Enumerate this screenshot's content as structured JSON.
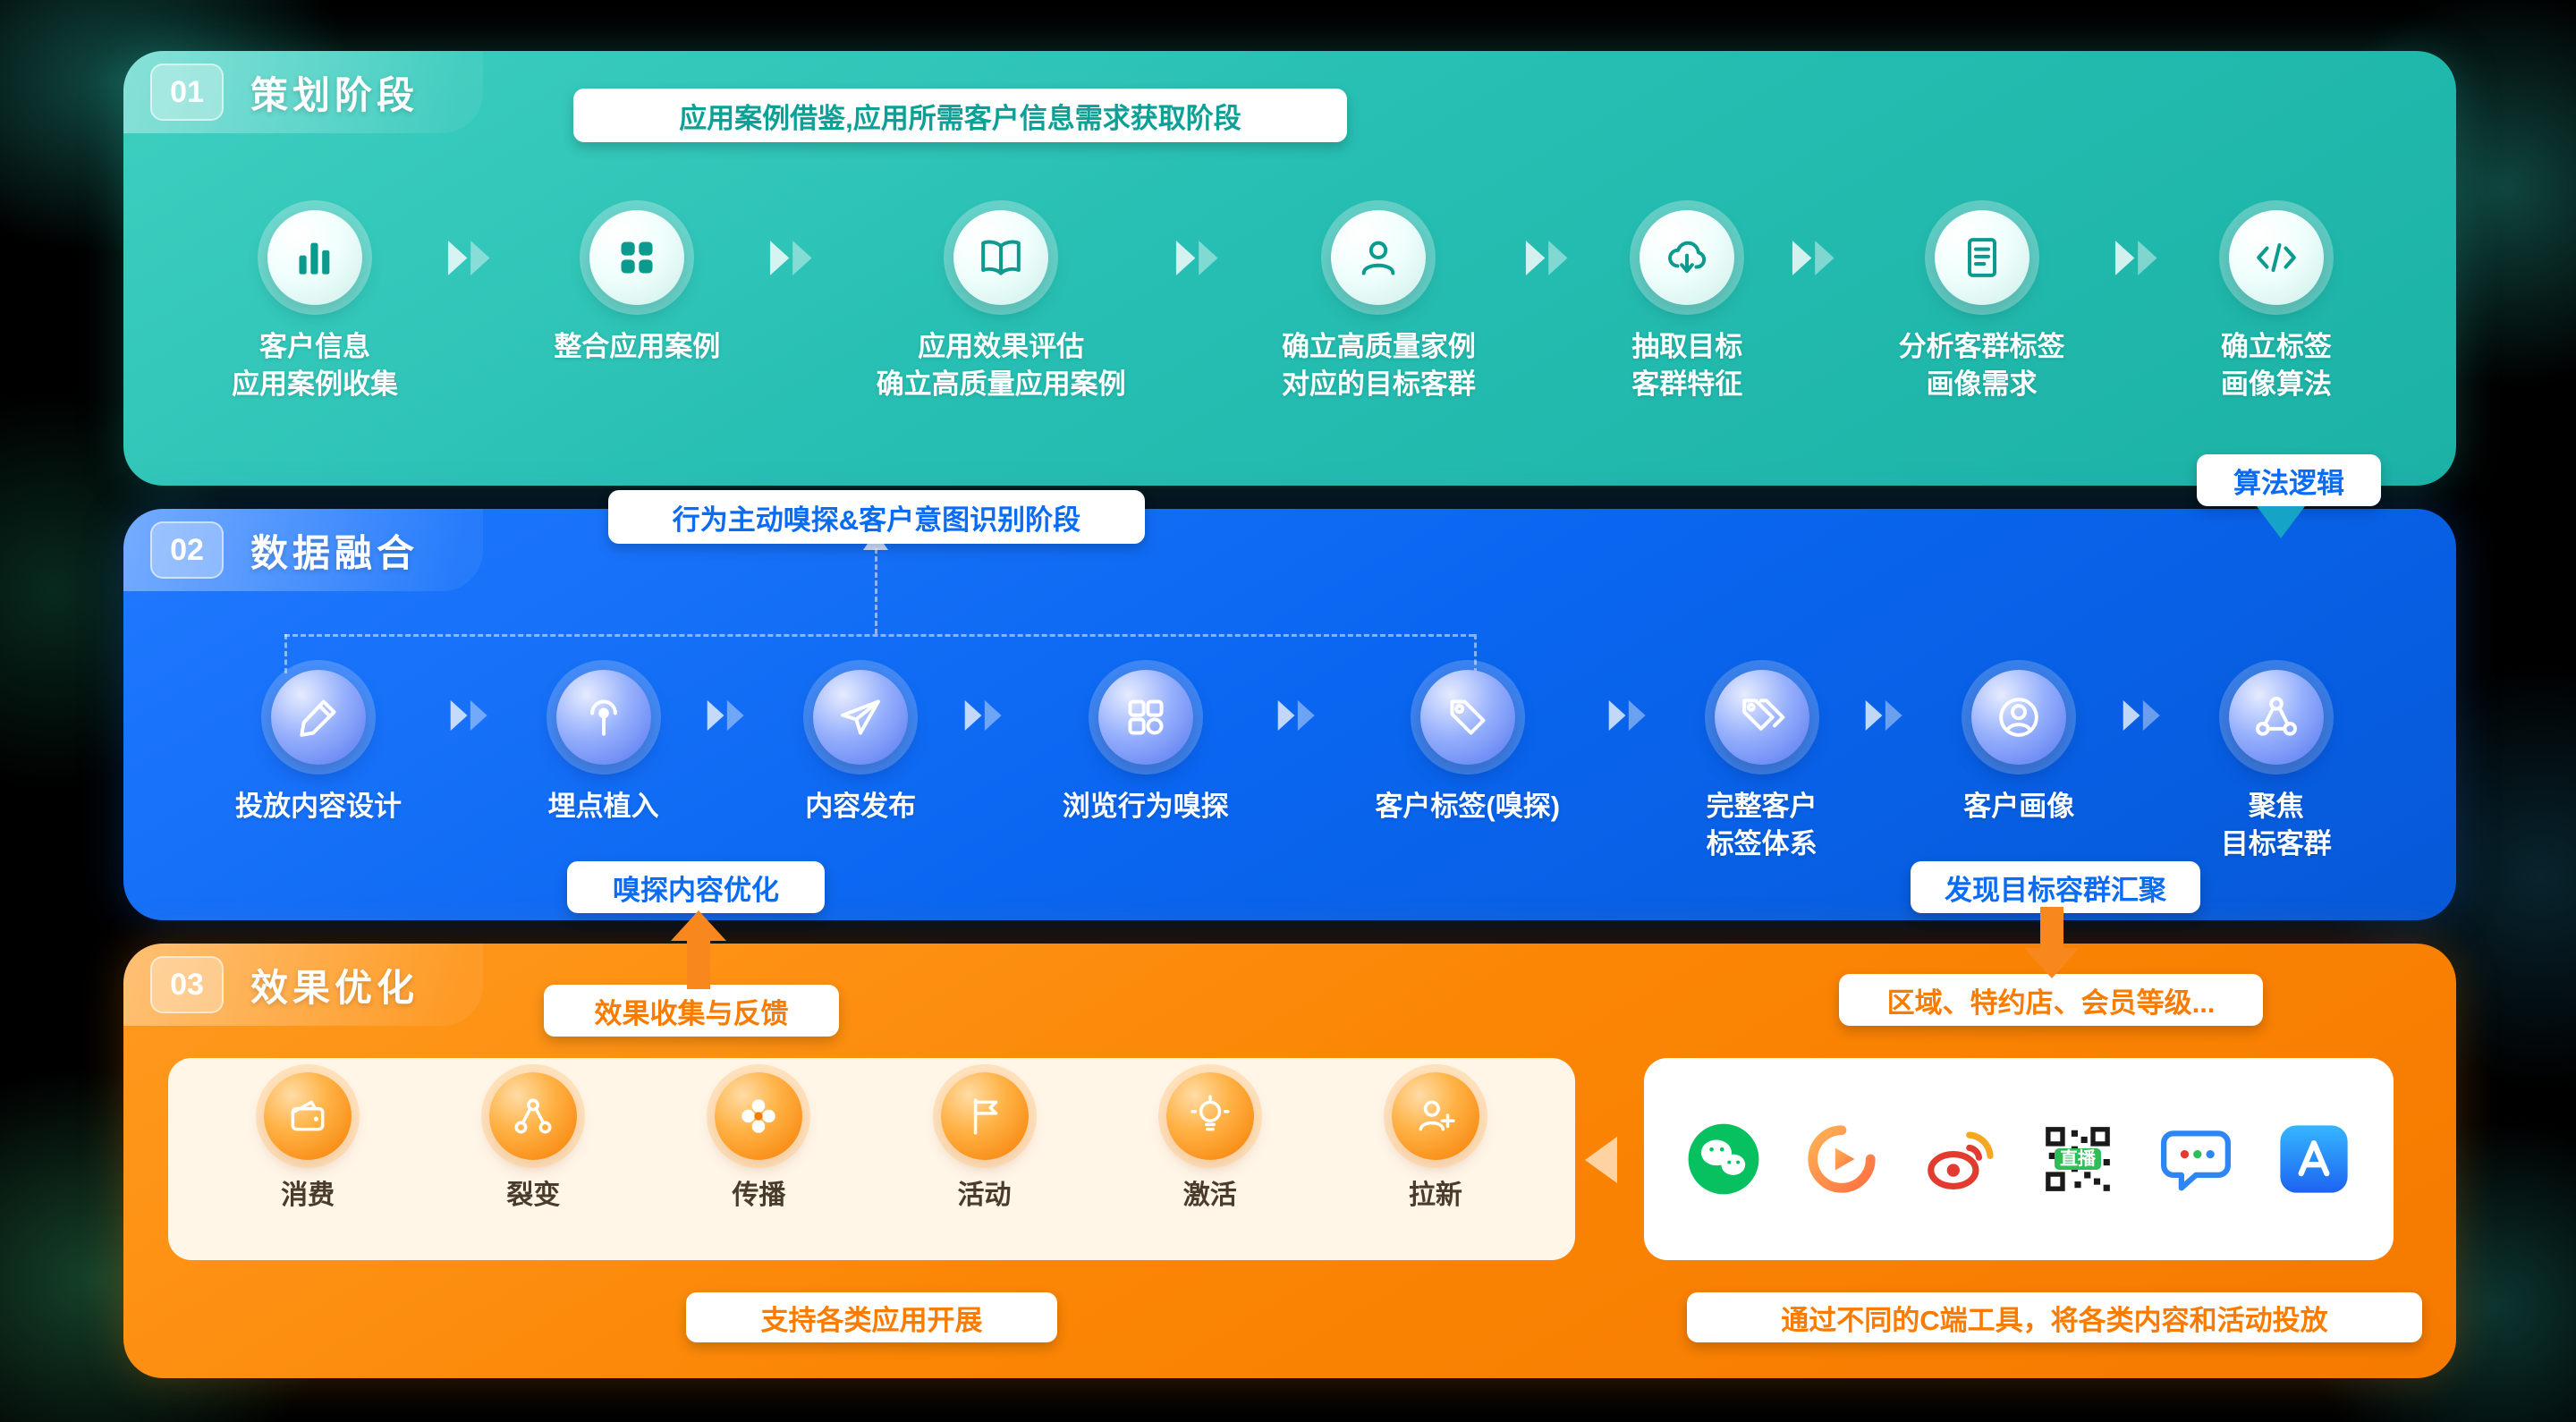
{
  "colors": {
    "teal": "#1fb3a8",
    "blue": "#0a6cf2",
    "orange": "#f97c00"
  },
  "phases": {
    "p1": {
      "number": "01",
      "title": "策划阶段",
      "banner": "应用案例借鉴,应用所需客户信息需求获取阶段",
      "steps": [
        {
          "label": "客户信息\n应用案例收集",
          "icon": "bar-chart-icon"
        },
        {
          "label": "整合应用案例",
          "icon": "apps-grid-icon"
        },
        {
          "label": "应用效果评估\n确立高质量应用案例",
          "icon": "open-book-icon"
        },
        {
          "label": "确立高质量家例\n对应的目标客群",
          "icon": "user-icon"
        },
        {
          "label": "抽取目标\n客群特征",
          "icon": "cloud-download-icon"
        },
        {
          "label": "分析客群标签\n画像需求",
          "icon": "doc-list-icon"
        },
        {
          "label": "确立标签\n画像算法",
          "icon": "code-icon"
        }
      ],
      "algo_badge": "算法逻辑"
    },
    "p2": {
      "number": "02",
      "title": "数据融合",
      "banner": "行为主动嗅探&客户意图识别阶段",
      "steps": [
        {
          "label": "投放内容设计",
          "icon": "pen-icon"
        },
        {
          "label": "埋点植入",
          "icon": "tap-icon"
        },
        {
          "label": "内容发布",
          "icon": "send-icon"
        },
        {
          "label": "浏览行为嗅探",
          "icon": "browse-grid-icon"
        },
        {
          "label": "客户标签(嗅探)",
          "icon": "tag-icon"
        },
        {
          "label": "完整客户\n标签体系",
          "icon": "tags-icon"
        },
        {
          "label": "客户画像",
          "icon": "user-circle-icon"
        },
        {
          "label": "聚焦\n目标客群",
          "icon": "network-icon"
        }
      ],
      "badge_optimize": "嗅探内容优化",
      "badge_converge": "发现目标容群汇聚"
    },
    "p3": {
      "number": "03",
      "title": "效果优化",
      "badge_feedback": "效果收集与反馈",
      "badge_segments": "区域、特约店、会员等级...",
      "apps": [
        {
          "label": "消费",
          "icon": "wallet-icon"
        },
        {
          "label": "裂变",
          "icon": "split-icon"
        },
        {
          "label": "传播",
          "icon": "fan-icon"
        },
        {
          "label": "活动",
          "icon": "flag-icon"
        },
        {
          "label": "激活",
          "icon": "bulb-icon"
        },
        {
          "label": "拉新",
          "icon": "user-plus-icon"
        }
      ],
      "channels": [
        {
          "icon": "wechat-icon"
        },
        {
          "icon": "wechat-channels-icon"
        },
        {
          "icon": "weibo-icon"
        },
        {
          "icon": "qrcode-live-icon",
          "label": "直播"
        },
        {
          "icon": "chat-icon"
        },
        {
          "icon": "appstore-icon"
        }
      ],
      "badge_left": "支持各类应用开展",
      "badge_right": "通过不同的C端工具，将各类内容和活动投放"
    }
  }
}
